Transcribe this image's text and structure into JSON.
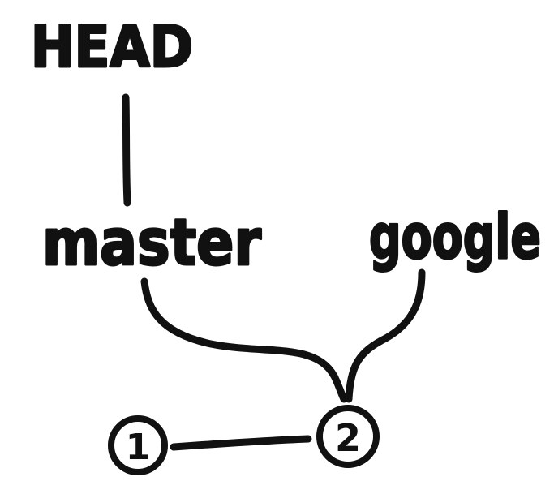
{
  "labels": {
    "head": "HEAD",
    "branch_master": "master",
    "branch_google": "google"
  },
  "commits": [
    {
      "id": "1"
    },
    {
      "id": "2"
    }
  ],
  "colors": {
    "ink": "#111111",
    "background": "#ffffff"
  }
}
